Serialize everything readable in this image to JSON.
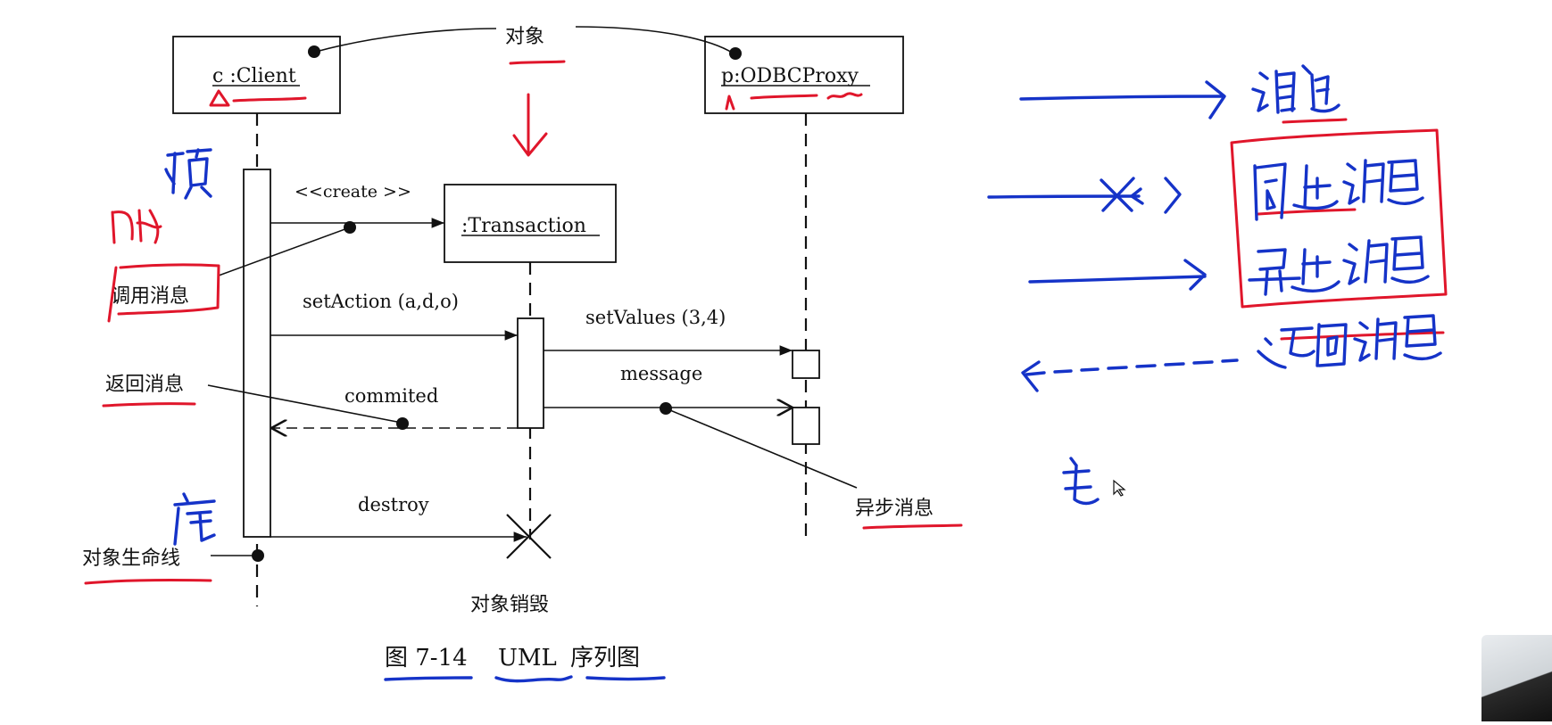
{
  "objects": {
    "client": {
      "name": "c :Client"
    },
    "proxy": {
      "name": "p:ODBCProxy"
    },
    "transaction": {
      "name": ":Transaction"
    }
  },
  "callouts": {
    "object": "对象",
    "call_message": "调用消息",
    "return_message": "返回消息",
    "async_message": "异步消息",
    "lifeline": "对象生命线",
    "destroy_object": "对象销毁"
  },
  "messages": {
    "create": "<<create >>",
    "set_action": "setAction  (a,d,o)",
    "set_values": "setValues  (3,4)",
    "message": "message",
    "commited": "commited",
    "destroy": "destroy"
  },
  "caption": {
    "figure_number": "图 7-14",
    "title_uml": "UML",
    "title_cn": "序列图"
  },
  "colors": {
    "ink": "#111111",
    "red_pen": "#e0162b",
    "blue_pen": "#1533c8"
  }
}
